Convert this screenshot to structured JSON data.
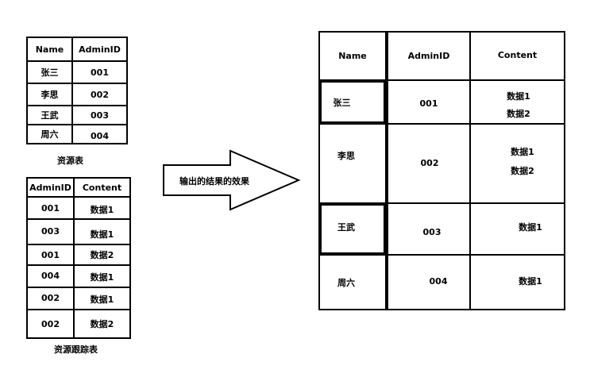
{
  "resource_table": {
    "caption": "资源表",
    "headers": [
      "Name",
      "AdminID"
    ],
    "rows": [
      [
        "张三",
        "001"
      ],
      [
        "李思",
        "002"
      ],
      [
        "王武",
        "003"
      ],
      [
        "周六",
        "004"
      ]
    ]
  },
  "tracking_table": {
    "caption": "资源跟踪表",
    "headers": [
      "AdminID",
      "Content"
    ],
    "rows": [
      [
        "001",
        "数据1"
      ],
      [
        "003",
        "数据1"
      ],
      [
        "001",
        "数据2"
      ],
      [
        "004",
        "数据1"
      ],
      [
        "002",
        "数据1"
      ],
      [
        "002",
        "数据2"
      ]
    ]
  },
  "arrow": {
    "label": "输出的结果的效果"
  },
  "result_table": {
    "headers": [
      "Name",
      "AdminID",
      "Content"
    ],
    "rows": [
      {
        "name": "张三",
        "admin_id": "001",
        "content": [
          "数据1",
          "数据2"
        ]
      },
      {
        "name": "李思",
        "admin_id": "002",
        "content": [
          "数据1",
          "数据2"
        ]
      },
      {
        "name": "王武",
        "admin_id": "003",
        "content": [
          "数据1"
        ]
      },
      {
        "name": "周六",
        "admin_id": "004",
        "content": [
          "数据1"
        ]
      }
    ]
  }
}
